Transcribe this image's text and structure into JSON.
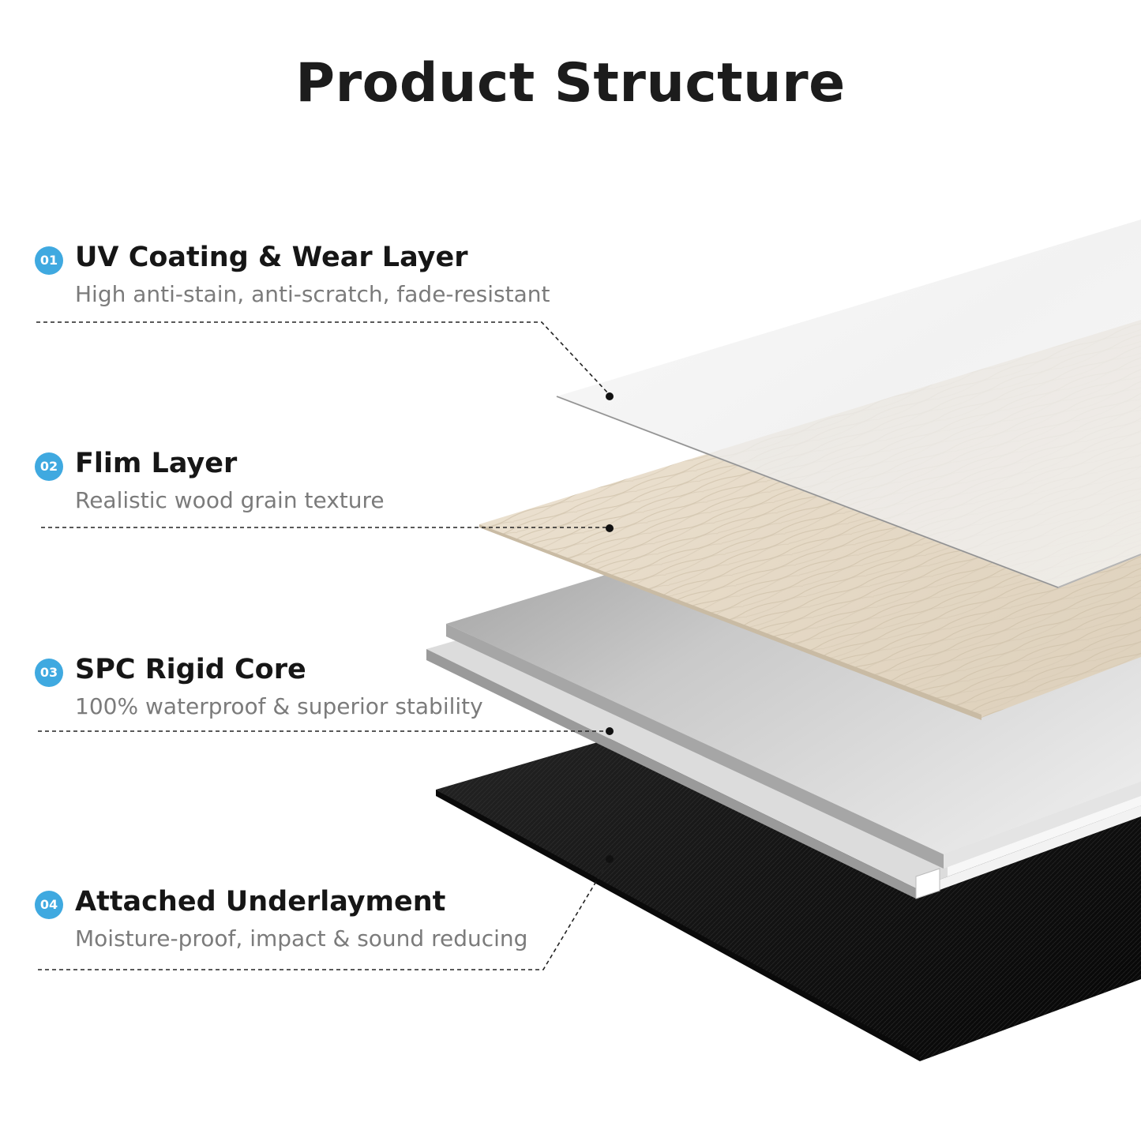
{
  "title": "Product Structure",
  "layers": [
    {
      "number": "01",
      "title": "UV Coating & Wear Layer",
      "description": "High anti-stain, anti-scratch, fade-resistant"
    },
    {
      "number": "02",
      "title": "Flim Layer",
      "description": "Realistic wood grain texture"
    },
    {
      "number": "03",
      "title": "SPC Rigid Core",
      "description": "100% waterproof & superior stability"
    },
    {
      "number": "04",
      "title": "Attached Underlayment",
      "description": "Moisture-proof, impact & sound reducing"
    }
  ],
  "colors": {
    "badge": "#3fa9e0",
    "title_text": "#1c1c1c",
    "description_text": "#7b7b7b",
    "wood": "#e8dccb",
    "core": "#b8b8b8",
    "underlayment": "#161616"
  }
}
